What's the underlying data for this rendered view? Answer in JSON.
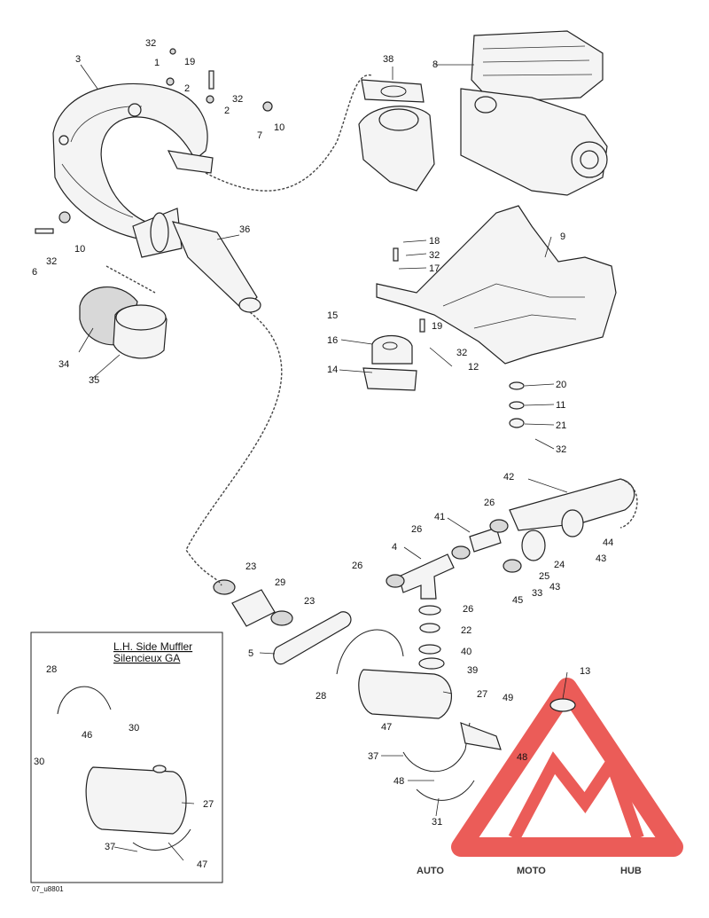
{
  "diagram": {
    "image_code": "07_u8801",
    "inset": {
      "title_en": "L.H. Side Muffler",
      "title_fr": "Silencieux GA"
    },
    "watermark": {
      "brand_a": "AUTO",
      "brand_b": "MOTO",
      "brand_c": "HUB",
      "color_red": "#e8403c",
      "color_orange": "#f2a640",
      "color_gray": "#777777"
    },
    "callouts": {
      "c1": "1",
      "c2a": "2",
      "c2b": "2",
      "c3": "3",
      "c4": "4",
      "c5": "5",
      "c6": "6",
      "c7": "7",
      "c8": "8",
      "c9": "9",
      "c10a": "10",
      "c10b": "10",
      "c11": "11",
      "c12": "12",
      "c13": "13",
      "c14": "14",
      "c15": "15",
      "c16": "16",
      "c17": "17",
      "c18": "18",
      "c19a": "19",
      "c19b": "19",
      "c20": "20",
      "c21": "21",
      "c22": "22",
      "c23a": "23",
      "c23b": "23",
      "c24": "24",
      "c25": "25",
      "c26a": "26",
      "c26b": "26",
      "c26c": "26",
      "c26d": "26",
      "c27a": "27",
      "c27b": "27",
      "c28a": "28",
      "c28b": "28",
      "c29": "29",
      "c30a": "30",
      "c30b": "30",
      "c31": "31",
      "c32a": "32",
      "c32b": "32",
      "c32c": "32",
      "c32d": "32",
      "c32e": "32",
      "c32f": "32",
      "c33": "33",
      "c34": "34",
      "c35": "35",
      "c36": "36",
      "c37a": "37",
      "c37b": "37",
      "c38": "38",
      "c39": "39",
      "c40": "40",
      "c41": "41",
      "c42": "42",
      "c43a": "43",
      "c43b": "43",
      "c44": "44",
      "c45": "45",
      "c46": "46",
      "c47a": "47",
      "c47b": "47",
      "c48a": "48",
      "c48b": "48",
      "c49": "49"
    }
  }
}
